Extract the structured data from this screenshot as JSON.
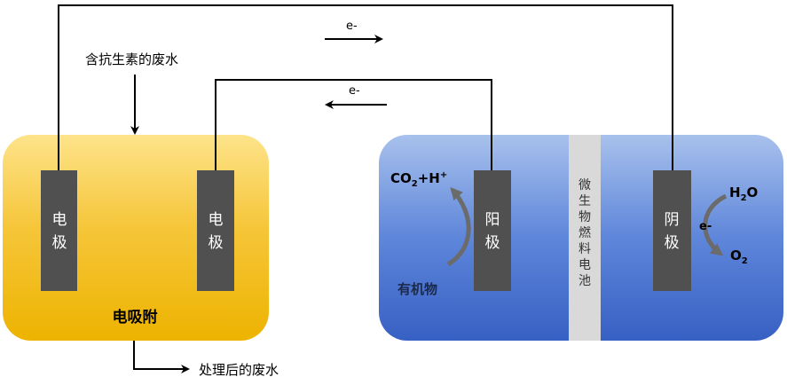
{
  "influent": "含抗生素的废水",
  "effluent": "处理后的废水",
  "adsorption_label": "电吸附",
  "electrode_left_1": "电",
  "electrode_left_2": "极",
  "electrode_right_1": "电",
  "electrode_right_2": "极",
  "anode_1": "阳",
  "anode_2": "极",
  "cathode_1": "阴",
  "cathode_2": "极",
  "membrane_text": [
    "微",
    "生",
    "物",
    "燃",
    "料",
    "电",
    "池"
  ],
  "electron_label": "e-",
  "organics": "有机物",
  "anode_product_base": "CO",
  "anode_product_sub": "2",
  "anode_product_tail": "+H",
  "anode_product_sup": "+",
  "cathode_reactant_base": "H",
  "cathode_reactant_sub": "2",
  "cathode_reactant_tail": "O",
  "cathode_product_base": "O",
  "cathode_product_sub": "2",
  "colors": {
    "adsorption_top": "#FDE38A",
    "adsorption_bottom": "#EDB300",
    "mfc_top": "#A8C1EC",
    "mfc_bottom": "#3760C4",
    "electrode": "#505050",
    "membrane": "#D9D9D9"
  }
}
